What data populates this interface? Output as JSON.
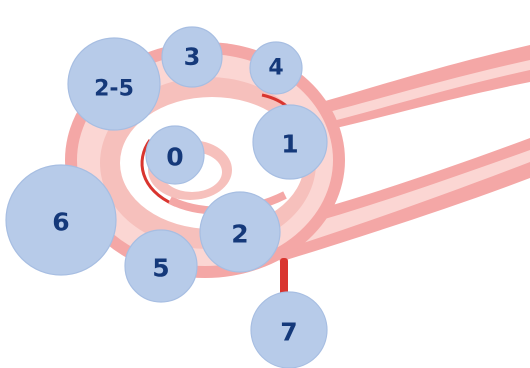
{
  "diagram": {
    "labels": {
      "l0": "0",
      "l1": "1",
      "l2": "2",
      "l3": "3",
      "l4": "4",
      "l5": "5",
      "l6": "6",
      "l7": "7",
      "l25": "2-5"
    },
    "colors": {
      "tissue_outer": "#f4a7a6",
      "tissue_light": "#fbd6d3",
      "tissue_inner": "#f6c0bc",
      "tissue_dark": "#d9352f",
      "bubble_fill": "#b7cbe9",
      "label_text": "#15397a"
    }
  }
}
